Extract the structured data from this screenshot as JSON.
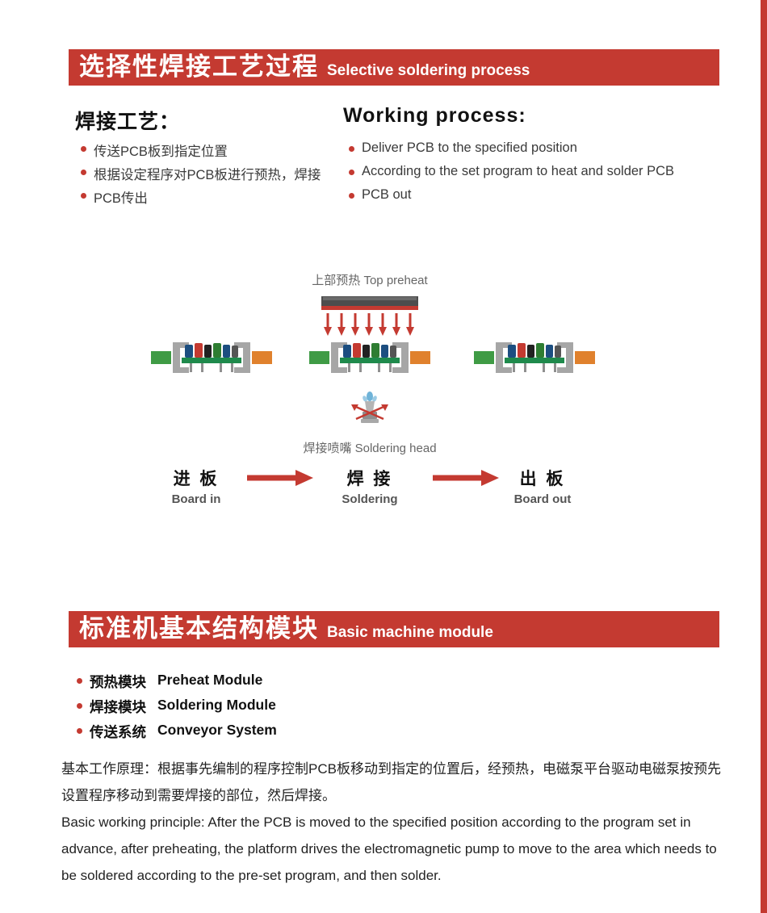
{
  "accent_color": "#c43a31",
  "section_process": {
    "banner_zh": "选择性焊接工艺过程",
    "banner_en": "Selective soldering process",
    "left_heading": "焊接工艺：",
    "left_bullets": [
      "传送PCB板到指定位置",
      "根据设定程序对PCB板进行预热，焊接",
      "PCB传出"
    ],
    "right_heading": "Working process:",
    "right_bullets": [
      "Deliver PCB to the specified position",
      "According to the set program to heat and solder PCB",
      "PCB out"
    ],
    "diagram": {
      "top_preheat_label": "上部预热 Top preheat",
      "nozzle_label": "焊接喷嘴 Soldering head",
      "stages": [
        {
          "zh": "进 板",
          "en": "Board in"
        },
        {
          "zh": "焊 接",
          "en": "Soldering"
        },
        {
          "zh": "出 板",
          "en": "Board out"
        }
      ]
    }
  },
  "section_module": {
    "banner_zh": "标准机基本结构模块",
    "banner_en": "Basic machine module",
    "modules": [
      {
        "zh": "预热模块",
        "en": "Preheat Module"
      },
      {
        "zh": "焊接模块",
        "en": "Soldering Module"
      },
      {
        "zh": "传送系统",
        "en": "Conveyor System"
      }
    ],
    "principle_zh": "基本工作原理：根据事先编制的程序控制PCB板移动到指定的位置后，经预热，电磁泵平台驱动电磁泵按预先设置程序移动到需要焊接的部位，然后焊接。",
    "principle_en": "Basic working principle: After the PCB is moved to the specified position according to the program set in advance, after preheating, the platform drives the electromagnetic pump to move to the area which needs to be soldered according to the pre-set program, and then solder."
  }
}
